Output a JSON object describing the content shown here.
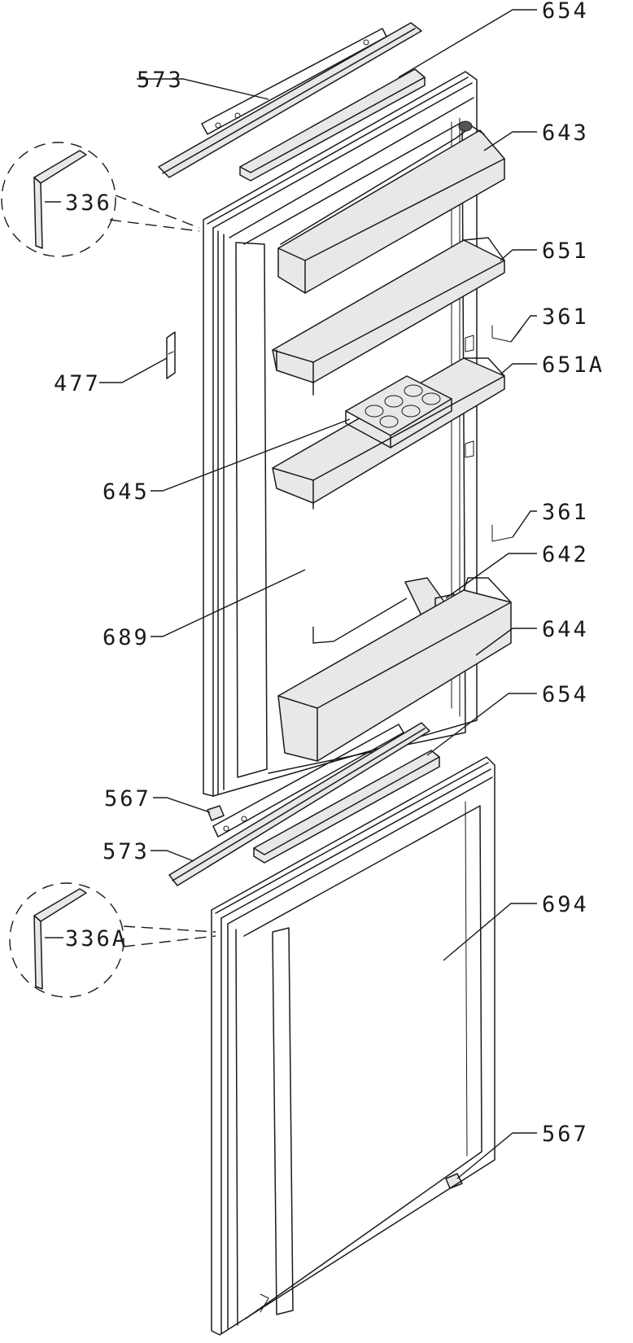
{
  "callouts": {
    "c654_top": "654",
    "c573_top": "573",
    "c643": "643",
    "c336": "336",
    "c651": "651",
    "c361_upper": "361",
    "c477": "477",
    "c651A": "651A",
    "c645": "645",
    "c361_lower": "361",
    "c642": "642",
    "c689": "689",
    "c644": "644",
    "c654_bottom": "654",
    "c567_upper": "567",
    "c573_bottom": "573",
    "c694": "694",
    "c336A": "336A",
    "c567_lower": "567"
  }
}
